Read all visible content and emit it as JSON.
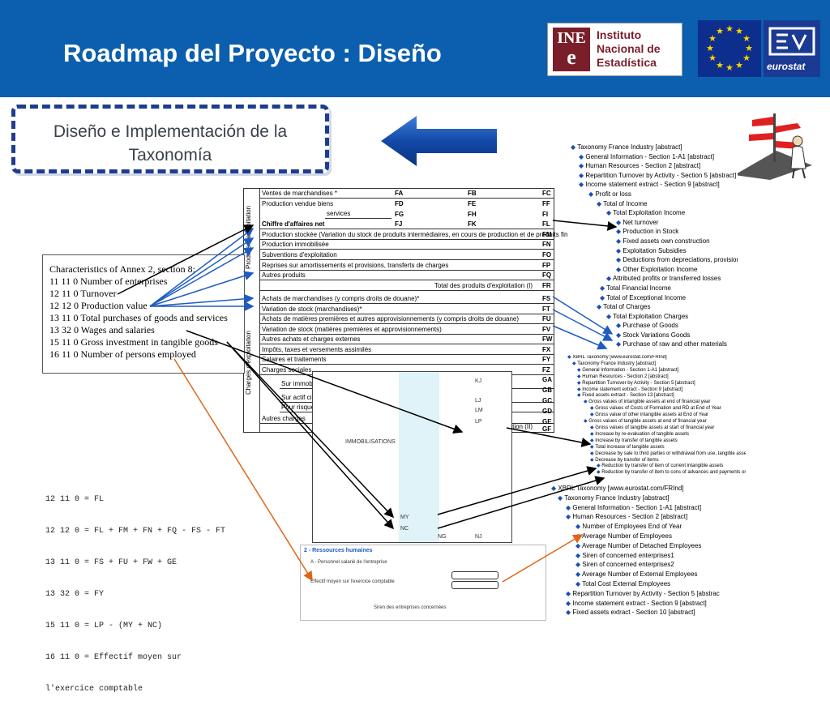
{
  "slide": {
    "title": "Roadmap del Proyecto : Diseño",
    "callout": {
      "line1": "Diseño e Implementación de la",
      "line2": "Taxonomía"
    }
  },
  "logos": {
    "ine": {
      "mark_top": "INE",
      "mark_bottom": "e",
      "line1": "Instituto",
      "line2": "Nacional de",
      "line3": "Estadística"
    },
    "eurostat": {
      "word": "eurostat"
    }
  },
  "annex": {
    "heading": "Characteristics of Annex 2, section 8:",
    "items": [
      "11 11 0  Number of enterprises",
      "12 11 0  Turnover",
      "12 12 0  Production value",
      "13 11 0  Total purchases of goods and services",
      "13 32 0  Wages and salaries",
      "15 11 0  Gross investment in tangible goods",
      "16 11 0  Number of persons employed"
    ]
  },
  "formulas": [
    "12 11 0 = FL",
    "12 12 0 = FL + FM + FN + FQ - FS - FT",
    "13 11 0 = FS + FU + FW + GE",
    "13 32 0 = FY",
    "15 11 0 = LP - (MY + NC)",
    "16 11 0 = Effectif moyen sur",
    "l'exercice comptable"
  ],
  "form": {
    "section_production": "Produits d'exploitation",
    "section_charges": "Charges d'exploitation",
    "rows": [
      "Ventes de marchandises *",
      "Production vendue   biens",
      "services",
      "Chiffre d'affaires net",
      "Production stockée (Variation du stock de produits intermédiaires, en cours de production et de produits finis)",
      "Production immobilisée",
      "Subventions d'exploitation",
      "Reprises sur amortissements et provisions, transferts de charges",
      "Autres produits",
      "Total des produits d'exploitation (I)",
      "Achats de marchandises (y compris droits de douane)*",
      "Variation de stock (marchandises)*",
      "Achats de matières premières et autres approvisionnements (y compris droits de douane)",
      "Variation de stock (matières premières et approvisionnements)",
      "Autres achats et charges externes",
      "Impôts, taxes et versements assimilés",
      "Salaires et traitements",
      "Charges sociales",
      "Sur immobilisations",
      "Sur actif circulant",
      "Pour risques et charges",
      "Autres charges",
      "Total des charges d'exploitation (II)"
    ],
    "codes_mid": [
      "FA",
      "FD",
      "FG",
      "FJ"
    ],
    "codes_mid2": [
      "FB",
      "FE",
      "FH",
      "FK"
    ],
    "codes_right": [
      "FC",
      "FF",
      "FI",
      "FL",
      "FM",
      "FN",
      "FO",
      "FP",
      "FQ",
      "FR",
      "FS",
      "FT",
      "FU",
      "FV",
      "FW",
      "FX",
      "FY",
      "FZ",
      "GA",
      "GB",
      "GC",
      "GD",
      "GE",
      "GF"
    ]
  },
  "taxonomy_top": [
    "Taxonomy France Industry [abstract]",
    "General Information - Section 1-A1 [abstract]",
    "Human Resources - Section 2 [abstract]",
    "Repartition Turnover by Activity - Section 5 [abstract]",
    "Income statement extract - Section 9 [abstract]",
    "Profit or loss",
    "Total of Income",
    "Total Exploitation Income",
    "Net turnover",
    "Production in Stock",
    "Fixed assets own construction",
    "Exploitation Subsidies",
    "Deductions from depreciations, provisions",
    "Other Exploitation Income",
    "Attributed profits or transferred losses",
    "Total Financial Income",
    "Total of Exceptional Income",
    "Total of Charges",
    "Total Exploitation Charges",
    "Purchase of Goods",
    "Stock Variations Goods",
    "Purchase of raw and other materials"
  ],
  "taxonomy_mid": [
    "XBRL Taxonomy [www.eurostat.com/FRInd]",
    "Taxonomy France Industry [abstract]",
    "General Information - Section 1-A1 [abstract]",
    "Human Resources - Section 2 [abstract]",
    "Repartition Turnover by Activity - Section 5 [abstract]",
    "Income statement extract - Section 9 [abstract]",
    "Fixed assets extract - Section 13 [abstract]",
    "Gross values of intangible assets at end of financial year",
    "Gross values of Costs of Formation and RD at End of Year",
    "Gross value of other intangible assets at End of Year",
    "Gross values of tangible assets at end of financial year",
    "Gross values of tangible assets at start of financial year",
    "Increase by re-evaluation of tangible assets",
    "Increase by transfer of tangible assets",
    "Total increase of tangible assets",
    "Decrease by sale to third parties or withdrawal from use, tangible assets",
    "Decrease by transfer of items",
    "Reduction by transfer of item of current intangible assets",
    "Reduction by transfer of item to cons of advances and payments on account"
  ],
  "taxonomy_bottom": [
    "XBRL Taxonomy [www.eurostat.com/FRInd]",
    "Taxonomy France Industry [abstract]",
    "General Information - Section 1-A1 [abstract]",
    "Human Resources - Section 2 [abstract]",
    "Number of Employees End of Year",
    "Average Number of Employees",
    "Average Number of Detached Employees",
    "Siren of concerned enterprises1",
    "Siren of concerned enterprises2",
    "Average Number of External Employees",
    "Total Cost External Employees",
    "Repartition Turnover by Activity - Section 5 [abstrac",
    "Income statement extract - Section 9 [abstract]",
    "Fixed assets extract - Section 10 [abstract]"
  ],
  "small_form_1": {
    "heading": "IMMOBILISATIONS",
    "codes": [
      "KJ",
      "LJ",
      "LM",
      "LP",
      "MY",
      "NC",
      "NG",
      "NJ"
    ]
  },
  "small_form_2": {
    "heading": "2 - Ressources humaines",
    "line1": "A - Personnel salarié de l'entreprise",
    "line2": "Effectif moyen sur l'exercice comptable",
    "line3": "Siren des entreprises concernées"
  },
  "colors": {
    "header": "#0b5fae",
    "arrow_blue": "#1f5cc0",
    "arrow_black": "#000000",
    "arrow_orange": "#e0651a"
  }
}
